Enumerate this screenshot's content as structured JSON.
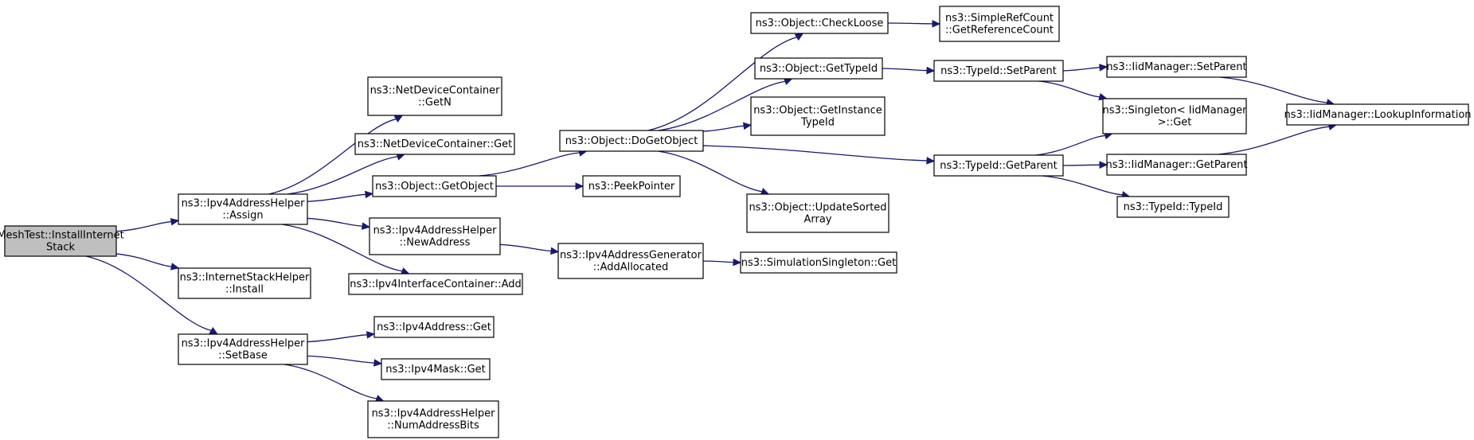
{
  "nodes": [
    {
      "id": "root",
      "lines": [
        "MeshTest::InstallInternet",
        "Stack"
      ],
      "root": true
    },
    {
      "id": "assign",
      "lines": [
        "ns3::Ipv4AddressHelper",
        "::Assign"
      ]
    },
    {
      "id": "install",
      "lines": [
        "ns3::InternetStackHelper",
        "::Install"
      ]
    },
    {
      "id": "setbase",
      "lines": [
        "ns3::Ipv4AddressHelper",
        "::SetBase"
      ]
    },
    {
      "id": "getn",
      "lines": [
        "ns3::NetDeviceContainer",
        "::GetN"
      ]
    },
    {
      "id": "ndcget",
      "lines": [
        "ns3::NetDeviceContainer::Get"
      ]
    },
    {
      "id": "getobject",
      "lines": [
        "ns3::Object::GetObject"
      ]
    },
    {
      "id": "newaddress",
      "lines": [
        "ns3::Ipv4AddressHelper",
        "::NewAddress"
      ]
    },
    {
      "id": "icadd",
      "lines": [
        "ns3::Ipv4InterfaceContainer::Add"
      ]
    },
    {
      "id": "addrget",
      "lines": [
        "ns3::Ipv4Address::Get"
      ]
    },
    {
      "id": "maskget",
      "lines": [
        "ns3::Ipv4Mask::Get"
      ]
    },
    {
      "id": "numbits",
      "lines": [
        "ns3::Ipv4AddressHelper",
        "::NumAddressBits"
      ]
    },
    {
      "id": "dogetobject",
      "lines": [
        "ns3::Object::DoGetObject"
      ]
    },
    {
      "id": "peekpointer",
      "lines": [
        "ns3::PeekPointer"
      ]
    },
    {
      "id": "addallocated",
      "lines": [
        "ns3::Ipv4AddressGenerator",
        "::AddAllocated"
      ]
    },
    {
      "id": "checkloose",
      "lines": [
        "ns3::Object::CheckLoose"
      ]
    },
    {
      "id": "gettypeid",
      "lines": [
        "ns3::Object::GetTypeId"
      ]
    },
    {
      "id": "getinstance",
      "lines": [
        "ns3::Object::GetInstance",
        "TypeId"
      ]
    },
    {
      "id": "updatesorted",
      "lines": [
        "ns3::Object::UpdateSorted",
        "Array"
      ]
    },
    {
      "id": "simget",
      "lines": [
        "ns3::SimulationSingleton::Get"
      ]
    },
    {
      "id": "refcount",
      "lines": [
        "ns3::SimpleRefCount",
        "::GetReferenceCount"
      ]
    },
    {
      "id": "setparent",
      "lines": [
        "ns3::TypeId::SetParent"
      ]
    },
    {
      "id": "getparent",
      "lines": [
        "ns3::TypeId::GetParent"
      ]
    },
    {
      "id": "iidsetparent",
      "lines": [
        "ns3::IidManager::SetParent"
      ]
    },
    {
      "id": "singleton",
      "lines": [
        "ns3::Singleton< IidManager",
        ">::Get"
      ]
    },
    {
      "id": "iidgetparent",
      "lines": [
        "ns3::IidManager::GetParent"
      ]
    },
    {
      "id": "typeidctor",
      "lines": [
        "ns3::TypeId::TypeId"
      ]
    },
    {
      "id": "lookup",
      "lines": [
        "ns3::IidManager::LookupInformation"
      ]
    }
  ],
  "edges": [
    [
      "root",
      "assign"
    ],
    [
      "root",
      "install"
    ],
    [
      "root",
      "setbase"
    ],
    [
      "assign",
      "getn"
    ],
    [
      "assign",
      "ndcget"
    ],
    [
      "assign",
      "getobject"
    ],
    [
      "assign",
      "newaddress"
    ],
    [
      "assign",
      "icadd"
    ],
    [
      "setbase",
      "addrget"
    ],
    [
      "setbase",
      "maskget"
    ],
    [
      "setbase",
      "numbits"
    ],
    [
      "getobject",
      "dogetobject"
    ],
    [
      "getobject",
      "peekpointer"
    ],
    [
      "newaddress",
      "addallocated"
    ],
    [
      "addallocated",
      "simget"
    ],
    [
      "dogetobject",
      "checkloose"
    ],
    [
      "dogetobject",
      "gettypeid"
    ],
    [
      "dogetobject",
      "getinstance"
    ],
    [
      "dogetobject",
      "updatesorted"
    ],
    [
      "dogetobject",
      "getparent"
    ],
    [
      "checkloose",
      "refcount"
    ],
    [
      "gettypeid",
      "setparent"
    ],
    [
      "setparent",
      "iidsetparent"
    ],
    [
      "setparent",
      "singleton"
    ],
    [
      "getparent",
      "singleton"
    ],
    [
      "getparent",
      "iidgetparent"
    ],
    [
      "getparent",
      "typeidctor"
    ],
    [
      "iidsetparent",
      "lookup"
    ],
    [
      "iidgetparent",
      "lookup"
    ]
  ],
  "colors": {
    "edge": "#191970",
    "root_fill": "#bfbfbf",
    "node_fill": "#ffffff",
    "border": "#000000"
  }
}
